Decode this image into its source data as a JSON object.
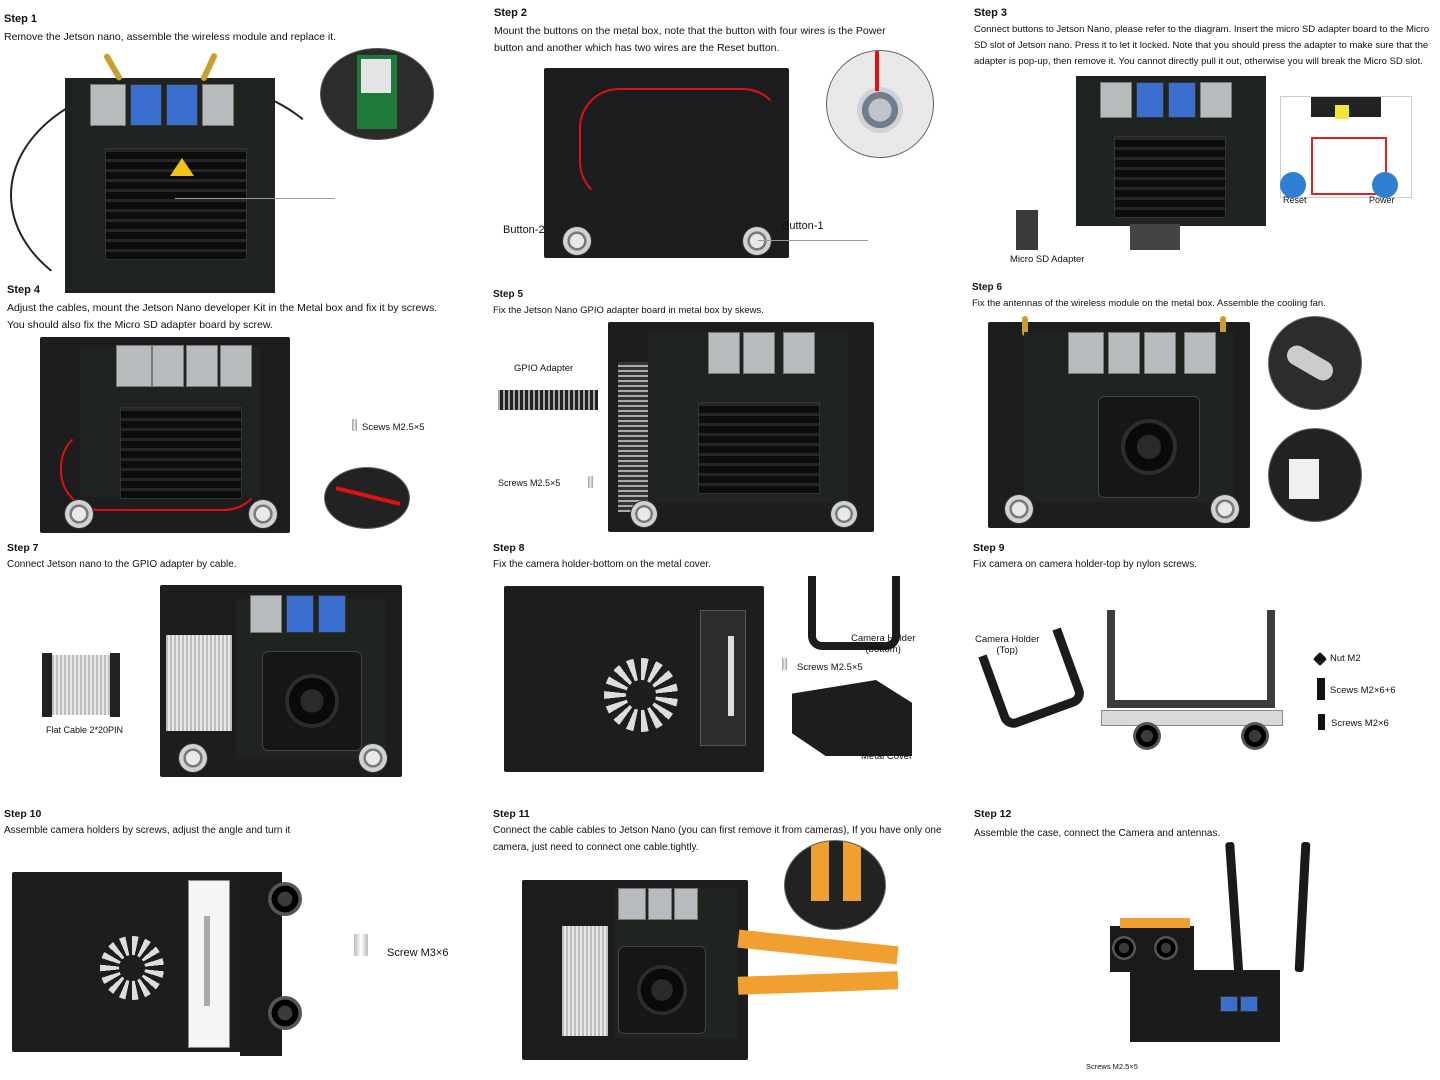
{
  "steps": [
    {
      "title": "Step 1",
      "desc": "Remove the Jetson nano, assemble the wireless module and replace it."
    },
    {
      "title": "Step 2",
      "desc": "Mount the buttons on the metal box, note that the button with four wires is the Power button and another which has two wires are the Reset button."
    },
    {
      "title": "Step 3",
      "desc": "Connect buttons to Jetson Nano, please refer to the diagram. Insert the micro SD adapter board to the Micro SD slot of Jetson nano. Press it to let it locked. Note that you should press the adapter to make sure that the adapter is pop-up, then remove it. You cannot directly pull it out, otherwise you will break the Micro SD slot."
    },
    {
      "title": "Step 4",
      "desc": "Adjust the cables, mount the Jetson Nano developer Kit in the Metal box and fix it by screws. You should also fix the Micro SD adapter board by screw."
    },
    {
      "title": "Step 5",
      "desc": "Fix the Jetson Nano GPIO adapter board in metal box by skews."
    },
    {
      "title": "Step 6",
      "desc": "Fix the antennas of the wireless module on the metal box. Assemble the cooling fan."
    },
    {
      "title": "Step 7",
      "desc": "Connect Jetson nano to the GPIO adapter by cable."
    },
    {
      "title": "Step 8",
      "desc": "Fix the camera holder-bottom on the metal cover."
    },
    {
      "title": "Step 9",
      "desc": "Fix camera on camera holder-top by nylon screws."
    },
    {
      "title": "Step 10",
      "desc": "Assemble camera holders by screws, adjust the angle and turn it"
    },
    {
      "title": "Step 11",
      "desc": "Connect the cable cables to Jetson Nano (you can first remove it from cameras), If you have only one camera, just need to connect one cable.tightly."
    },
    {
      "title": "Step 12",
      "desc": "Assemble the case, connect the Camera and antennas."
    }
  ],
  "labels": {
    "button2": "Button-2",
    "button1": "Button-1",
    "reset": "Reset",
    "power": "Power",
    "microsd": "Micro SD Adapter",
    "screws4": "Scews M2.5×5",
    "gpio": "GPIO Adapter",
    "screws5": "Screws M2.5×5",
    "flatcable": "Flat Cable 2*20PIN",
    "holder_bottom": "Camera Holder\n(bottom)",
    "screws8": "Screws M2.5×5",
    "metal_cover": "Metal Cover",
    "holder_top": "Camera Holder\n(Top)",
    "nut": "Nut M2",
    "screws_m2_66": "Scews M2×6+6",
    "screws_m2_6": "Screws M2×6",
    "screw10": "Screw M3×6",
    "screws12": "Screws M2.5×5"
  }
}
